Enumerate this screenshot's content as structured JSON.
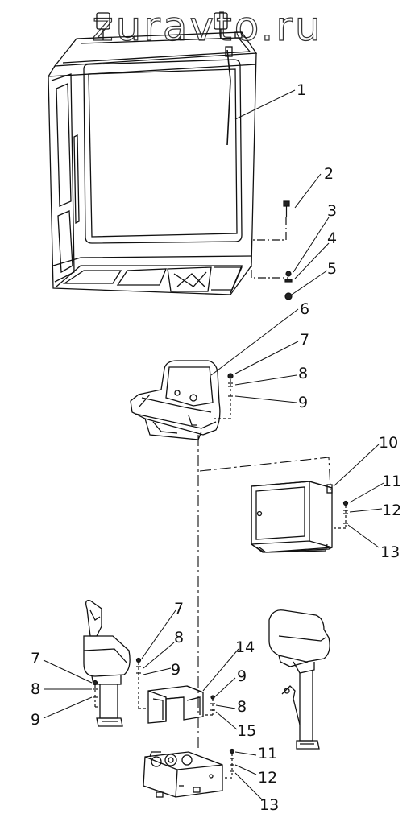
{
  "watermark": "zuravto.ru",
  "corner_mark": "",
  "callouts": [
    {
      "id": "c1",
      "label": "1"
    },
    {
      "id": "c2",
      "label": "2"
    },
    {
      "id": "c3",
      "label": "3"
    },
    {
      "id": "c4",
      "label": "4"
    },
    {
      "id": "c5",
      "label": "5"
    },
    {
      "id": "c6",
      "label": "6"
    },
    {
      "id": "c7a",
      "label": "7"
    },
    {
      "id": "c8a",
      "label": "8"
    },
    {
      "id": "c9a",
      "label": "9"
    },
    {
      "id": "c10",
      "label": "10"
    },
    {
      "id": "c11a",
      "label": "11"
    },
    {
      "id": "c12a",
      "label": "12"
    },
    {
      "id": "c13a",
      "label": "13"
    },
    {
      "id": "c7b",
      "label": "7"
    },
    {
      "id": "c8b",
      "label": "8"
    },
    {
      "id": "c9b",
      "label": "9"
    },
    {
      "id": "c7c",
      "label": "7"
    },
    {
      "id": "c8c",
      "label": "8"
    },
    {
      "id": "c9c",
      "label": "9"
    },
    {
      "id": "c14",
      "label": "14"
    },
    {
      "id": "c9d",
      "label": "9"
    },
    {
      "id": "c8d",
      "label": "8"
    },
    {
      "id": "c15",
      "label": "15"
    },
    {
      "id": "c11b",
      "label": "11"
    },
    {
      "id": "c12b",
      "label": "12"
    },
    {
      "id": "c13b",
      "label": "13"
    }
  ]
}
